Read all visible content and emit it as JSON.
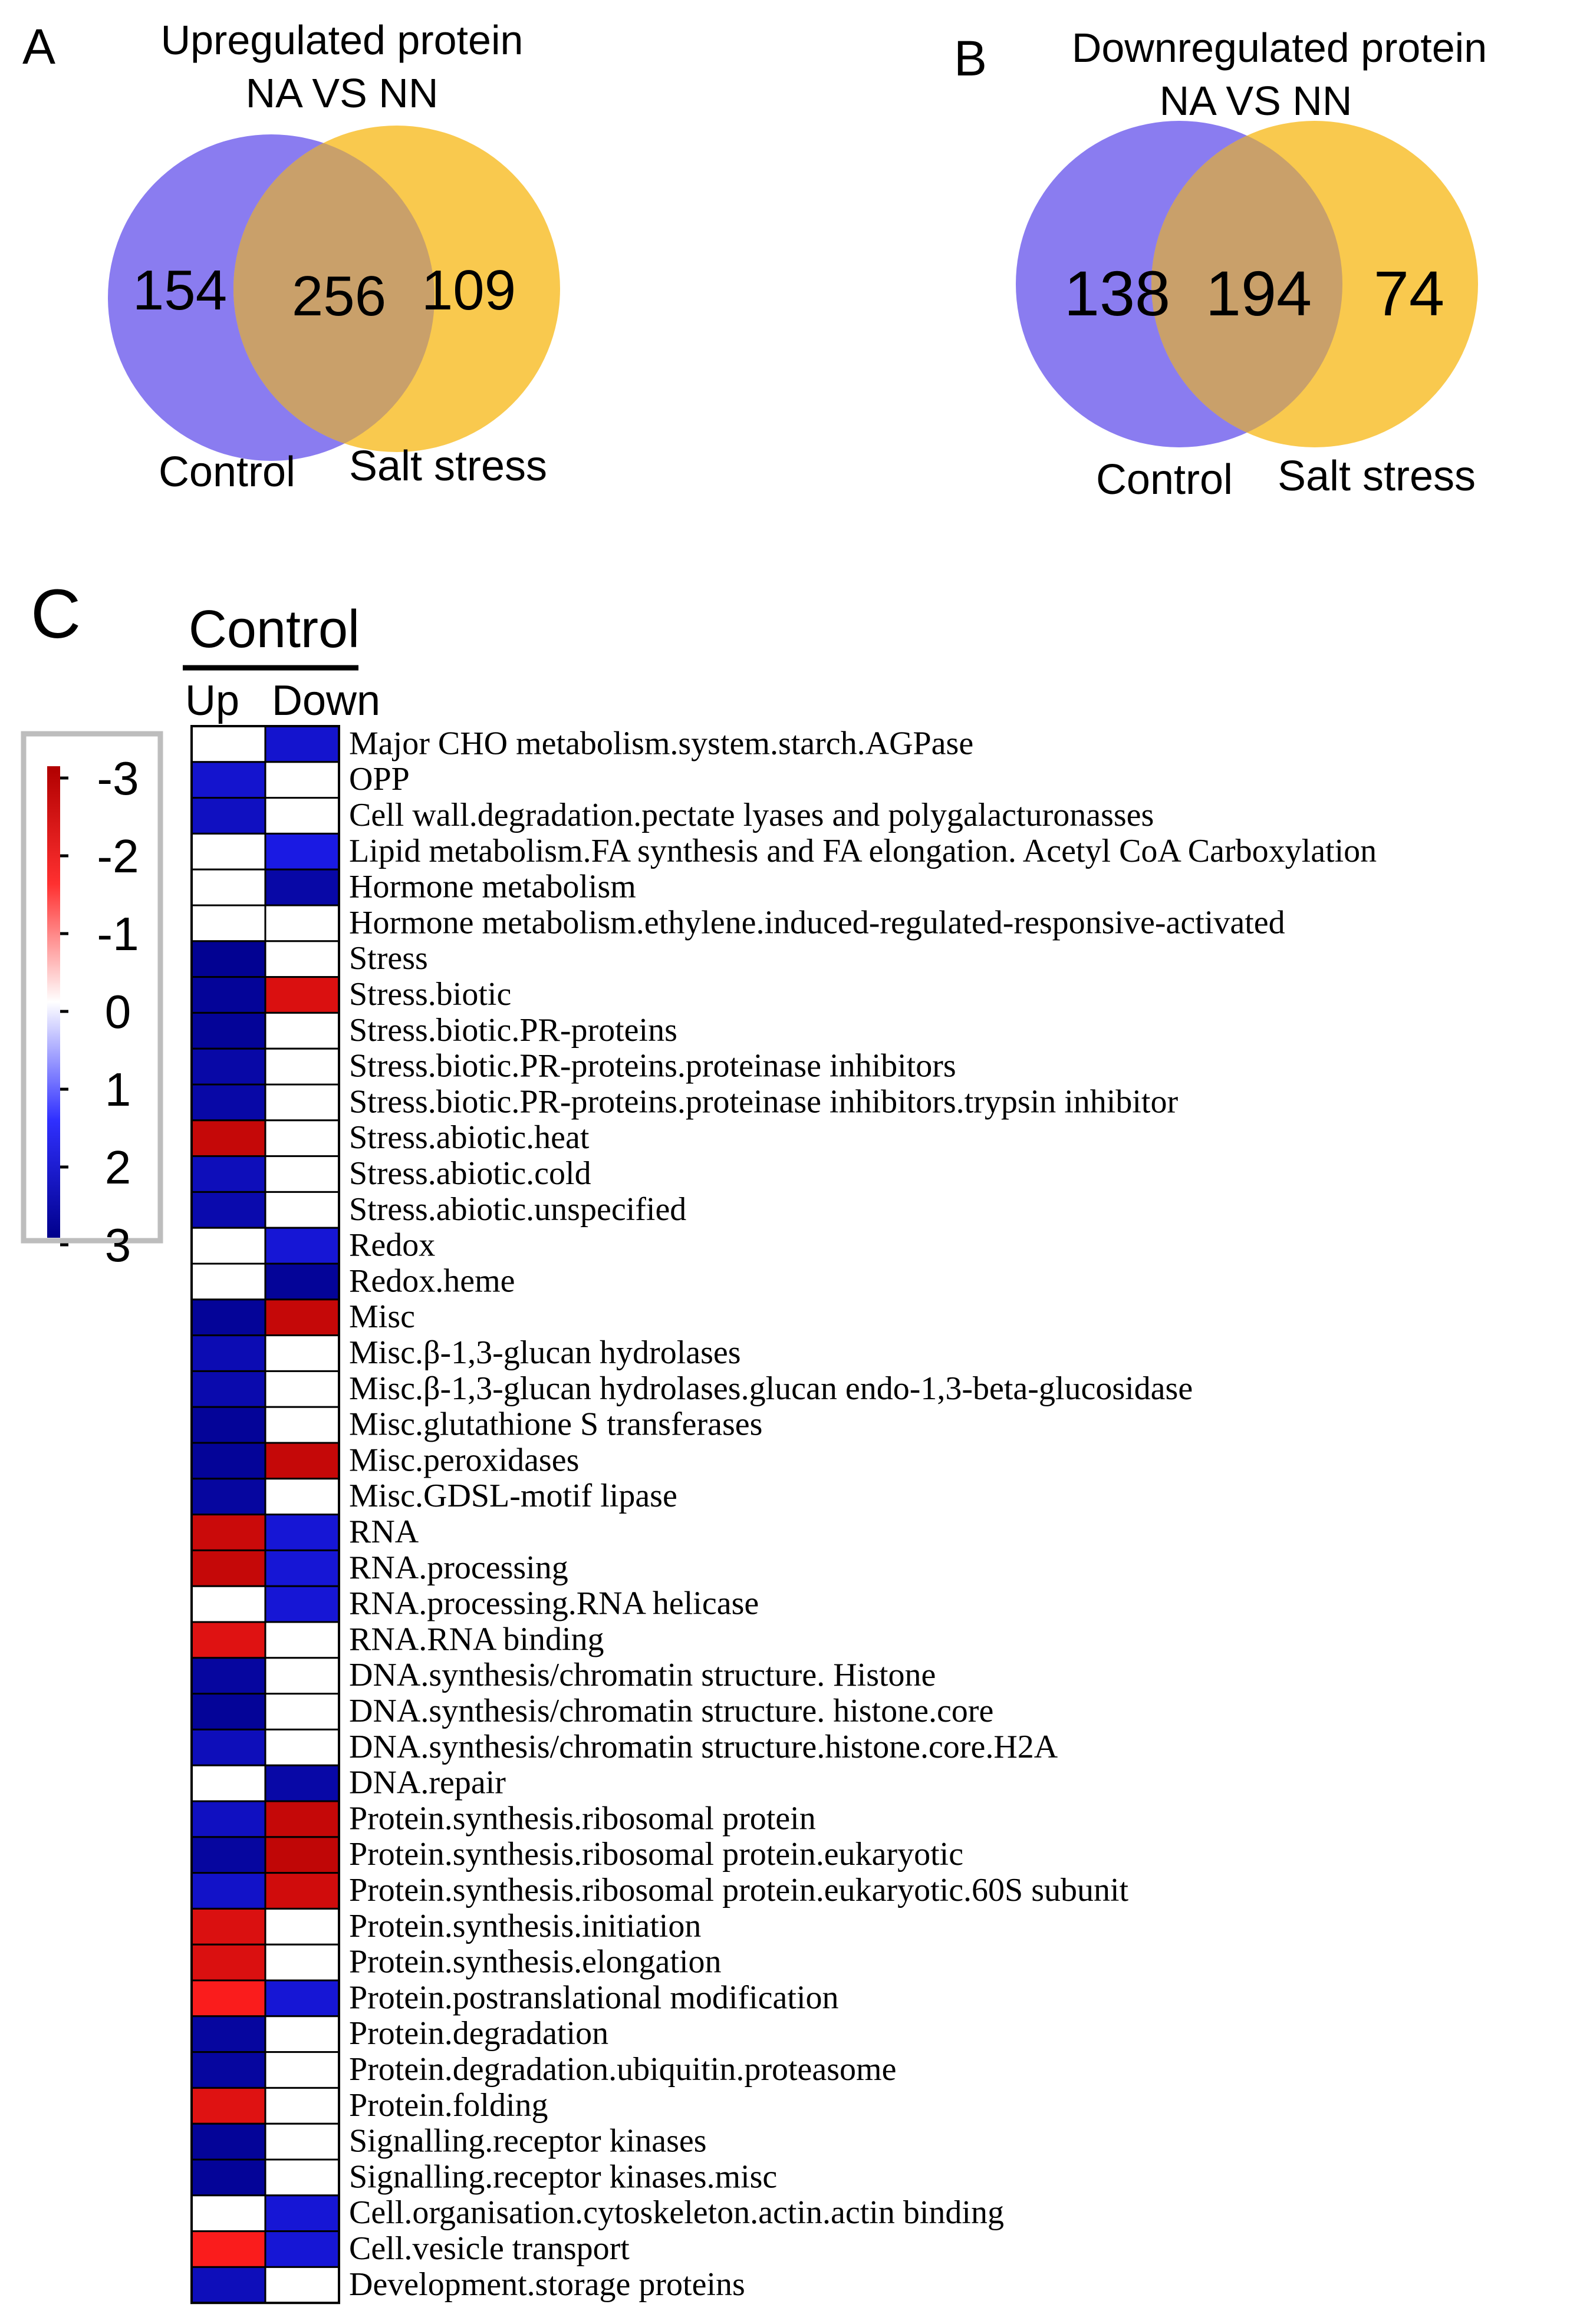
{
  "panels": {
    "a": "A",
    "b": "B",
    "c": "C"
  },
  "colors": {
    "control_circle": "#8a7cf0",
    "salt_circle": "#f9c94e",
    "overlap": "#c9a06a",
    "heat_neg": "#b00000",
    "heat_mid": "#ffffff",
    "heat_pos": "#00008b"
  },
  "chart_data": [
    {
      "type": "venn",
      "title": "Upregulated protein",
      "subtitle": "NA VS NN",
      "sets": [
        "Control",
        "Salt stress"
      ],
      "only_control": 154,
      "intersection": 256,
      "only_salt": 109
    },
    {
      "type": "venn",
      "title": "Downregulated protein",
      "subtitle": "NA VS NN",
      "sets": [
        "Control",
        "Salt stress"
      ],
      "only_control": 138,
      "intersection": 194,
      "only_salt": 74
    },
    {
      "type": "heatmap",
      "group_label": "Control",
      "columns": [
        "Up",
        "Down"
      ],
      "colorbar": {
        "ticks": [
          "-3",
          "-2",
          "-1",
          "0",
          "1",
          "2",
          "3"
        ],
        "range": [
          -3,
          3
        ],
        "low_color": "red",
        "high_color": "blue"
      },
      "rows": [
        "Major CHO metabolism.system.starch.AGPase",
        "OPP",
        "Cell wall.degradation.pectate lyases and polygalacturonasses",
        "Lipid metabolism.FA synthesis and FA elongation. Acetyl CoA Carboxylation",
        "Hormone metabolism",
        "Hormone metabolism.ethylene.induced-regulated-responsive-activated",
        "Stress",
        "Stress.biotic",
        "Stress.biotic.PR-proteins",
        "Stress.biotic.PR-proteins.proteinase inhibitors",
        "Stress.biotic.PR-proteins.proteinase inhibitors.trypsin inhibitor",
        "Stress.abiotic.heat",
        "Stress.abiotic.cold",
        "Stress.abiotic.unspecified",
        "Redox",
        "Redox.heme",
        "Misc",
        "Misc.β-1,3-glucan hydrolases",
        "Misc.β-1,3-glucan hydrolases.glucan endo-1,3-beta-glucosidase",
        "Misc.glutathione S transferases",
        "Misc.peroxidases",
        "Misc.GDSL-motif lipase",
        "RNA",
        "RNA.processing",
        "RNA.processing.RNA helicase",
        "RNA.RNA binding",
        "DNA.synthesis/chromatin structure. Histone",
        "DNA.synthesis/chromatin structure. histone.core",
        "DNA.synthesis/chromatin structure.histone.core.H2A",
        "DNA.repair",
        "Protein.synthesis.ribosomal protein",
        "Protein.synthesis.ribosomal protein.eukaryotic",
        "Protein.synthesis.ribosomal protein.eukaryotic.60S subunit",
        "Protein.synthesis.initiation",
        "Protein.synthesis.elongation",
        "Protein.postranslational modification",
        "Protein.degradation",
        "Protein.degradation.ubiquitin.proteasome",
        "Protein.folding",
        "Signalling.receptor kinases",
        "Signalling.receptor kinases.misc",
        "Cell.organisation.cytoskeleton.actin.actin binding",
        "Cell.vesicle transport",
        "Development.storage proteins"
      ],
      "up": [
        0,
        2,
        2.2,
        0,
        0,
        0,
        2.9,
        2.8,
        2.8,
        2.6,
        2.6,
        -2.6,
        2.3,
        2.5,
        0,
        0,
        2.8,
        2.4,
        2.5,
        2.8,
        2.8,
        2.7,
        -2.5,
        -2.6,
        0,
        -2.1,
        2.7,
        2.8,
        2.3,
        0,
        2.2,
        2.7,
        2.1,
        -2.2,
        -2.2,
        -1.6,
        2.7,
        2.7,
        -2.1,
        2.8,
        2.8,
        0,
        -1.6,
        2.3
      ],
      "down": [
        2,
        0,
        0,
        1.7,
        2.6,
        0,
        0,
        -2.2,
        0,
        0,
        0,
        0,
        0,
        0,
        1.9,
        2.8,
        -2.6,
        0,
        0,
        0,
        -2.6,
        0,
        1.9,
        1.9,
        1.9,
        0,
        0,
        0,
        0,
        2.6,
        -2.6,
        -2.7,
        -2.4,
        0,
        0,
        1.9,
        0,
        0,
        0,
        0,
        0,
        1.9,
        1.9,
        0
      ]
    }
  ]
}
